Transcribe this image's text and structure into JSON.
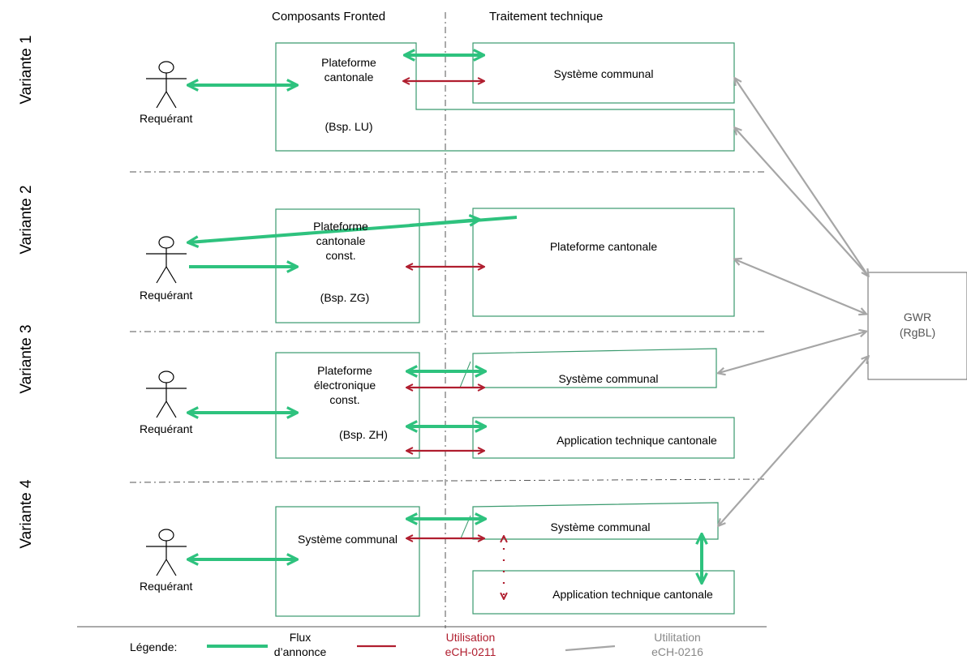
{
  "headers": {
    "frontend": "Composants Fronted",
    "technical": "Traitement technique"
  },
  "variants": [
    {
      "label": "Variante 1"
    },
    {
      "label": "Variante 2"
    },
    {
      "label": "Variante 3"
    },
    {
      "label": "Variante 4"
    }
  ],
  "actor_label": "Requérant",
  "v1": {
    "frontend_title": "Plateforme\ncantonale",
    "frontend_example": "(Bsp. LU)",
    "system": "Système communal"
  },
  "v2": {
    "frontend_title": "Plateforme\ncantonale\nconst.",
    "frontend_example": "(Bsp. ZG)",
    "system": "Plateforme cantonale"
  },
  "v3": {
    "frontend_title": "Plateforme\nélectronique\nconst.",
    "frontend_example": "(Bsp. ZH)",
    "system": "Système communal",
    "application": "Application technique cantonale"
  },
  "v4": {
    "frontend_title": "Système communal",
    "system": "Système communal",
    "application": "Application technique cantonale"
  },
  "gwr": {
    "title": "GWR",
    "subtitle": "(RgBL)"
  },
  "legend": {
    "label": "Légende:",
    "items": [
      {
        "text": "Flux\nd’annonce",
        "color": "#2ec27e"
      },
      {
        "text": "Utilisation\neCH-0211",
        "color": "#b01e2f"
      },
      {
        "text": "Utilitation\neCH-0216",
        "color": "#999999"
      }
    ]
  },
  "colors": {
    "green": "#2ec27e",
    "red": "#b01e2f",
    "gray": "#a6a6a6",
    "box_border": "#3a9a6e"
  }
}
